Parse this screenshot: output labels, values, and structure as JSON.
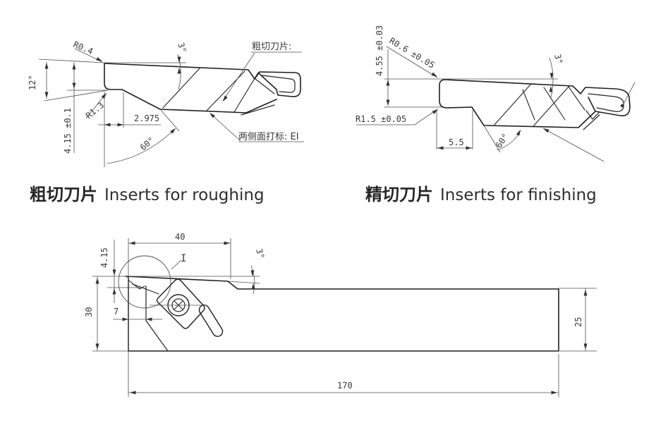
{
  "page": {
    "background": "#ffffff",
    "line_color": "#1f1f1f",
    "thin_line_color": "#4d4d4d",
    "text_color": "#3a3a3a"
  },
  "roughing": {
    "caption_zh": "粗切刀片",
    "caption_en": "Inserts for roughing",
    "r04": "R0.4",
    "angle12": "12°",
    "angle3": "3°",
    "r13": "R1.3",
    "height": "4.15 ±0.1",
    "width": "2.975",
    "angle60": "60°",
    "leader_insert": "粗切刀片:",
    "leader_marking": "两侧面打标: EI"
  },
  "finishing": {
    "caption_zh": "精切刀片",
    "caption_en": "Inserts for finishing",
    "height": "4.55 ±0.03",
    "r06": "R0.6 ±0.05",
    "angle3": "3°",
    "r15": "R1.5 ±0.05",
    "width": "5.5",
    "angle60": "60°"
  },
  "holder": {
    "width_head": "40",
    "tip_height": "4.15",
    "angle3": "3°",
    "height_head": "30",
    "wall": "7",
    "shank_height": "25",
    "length": "170",
    "detail_label": "I"
  }
}
